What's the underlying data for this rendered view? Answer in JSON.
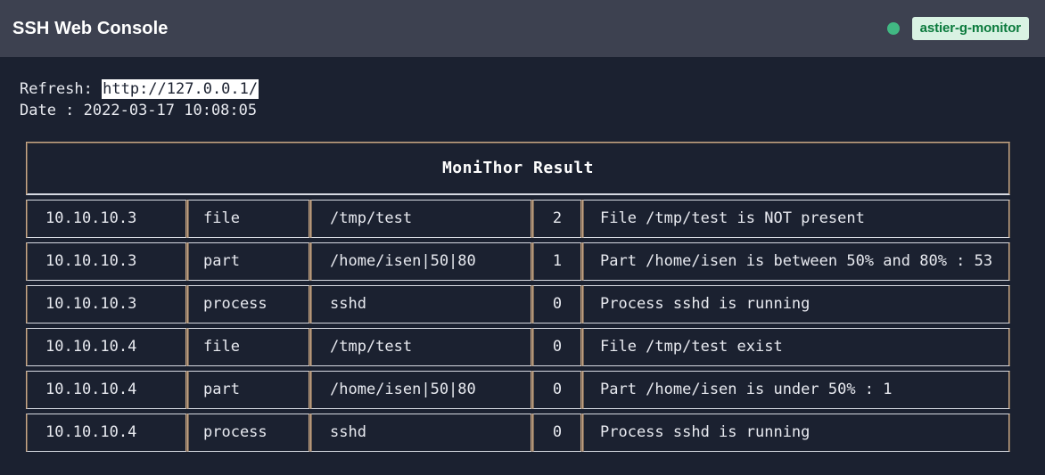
{
  "header": {
    "title": "SSH Web Console",
    "status_dot": "online-indicator",
    "status_color": "#41b883",
    "host_badge": "astier-g-monitor",
    "badge_bg": "#d9f2e3",
    "badge_fg": "#0a7a3c"
  },
  "info": {
    "refresh_label": "Refresh: ",
    "refresh_url": "http://127.0.0.1/",
    "date_label": "Date : ",
    "date_value": "2022-03-17 10:08:05"
  },
  "table": {
    "caption": "MoniThor Result",
    "rows": [
      {
        "host": "10.10.10.3",
        "type": "file",
        "argument": "/tmp/test",
        "code": "2",
        "message": "File /tmp/test is NOT present"
      },
      {
        "host": "10.10.10.3",
        "type": "part",
        "argument": "/home/isen|50|80",
        "code": "1",
        "message": "Part /home/isen is between 50% and 80% : 53"
      },
      {
        "host": "10.10.10.3",
        "type": "process",
        "argument": "sshd",
        "code": "0",
        "message": "Process sshd is running"
      },
      {
        "host": "10.10.10.4",
        "type": "file",
        "argument": "/tmp/test",
        "code": "0",
        "message": "File /tmp/test exist"
      },
      {
        "host": "10.10.10.4",
        "type": "part",
        "argument": "/home/isen|50|80",
        "code": "0",
        "message": "Part /home/isen is under 50% : 1"
      },
      {
        "host": "10.10.10.4",
        "type": "process",
        "argument": "sshd",
        "code": "0",
        "message": "Process sshd is running"
      }
    ]
  },
  "theme": {
    "page_bg": "#1b2130",
    "topbar_bg": "#3d4150",
    "text": "#e8eaf0"
  }
}
